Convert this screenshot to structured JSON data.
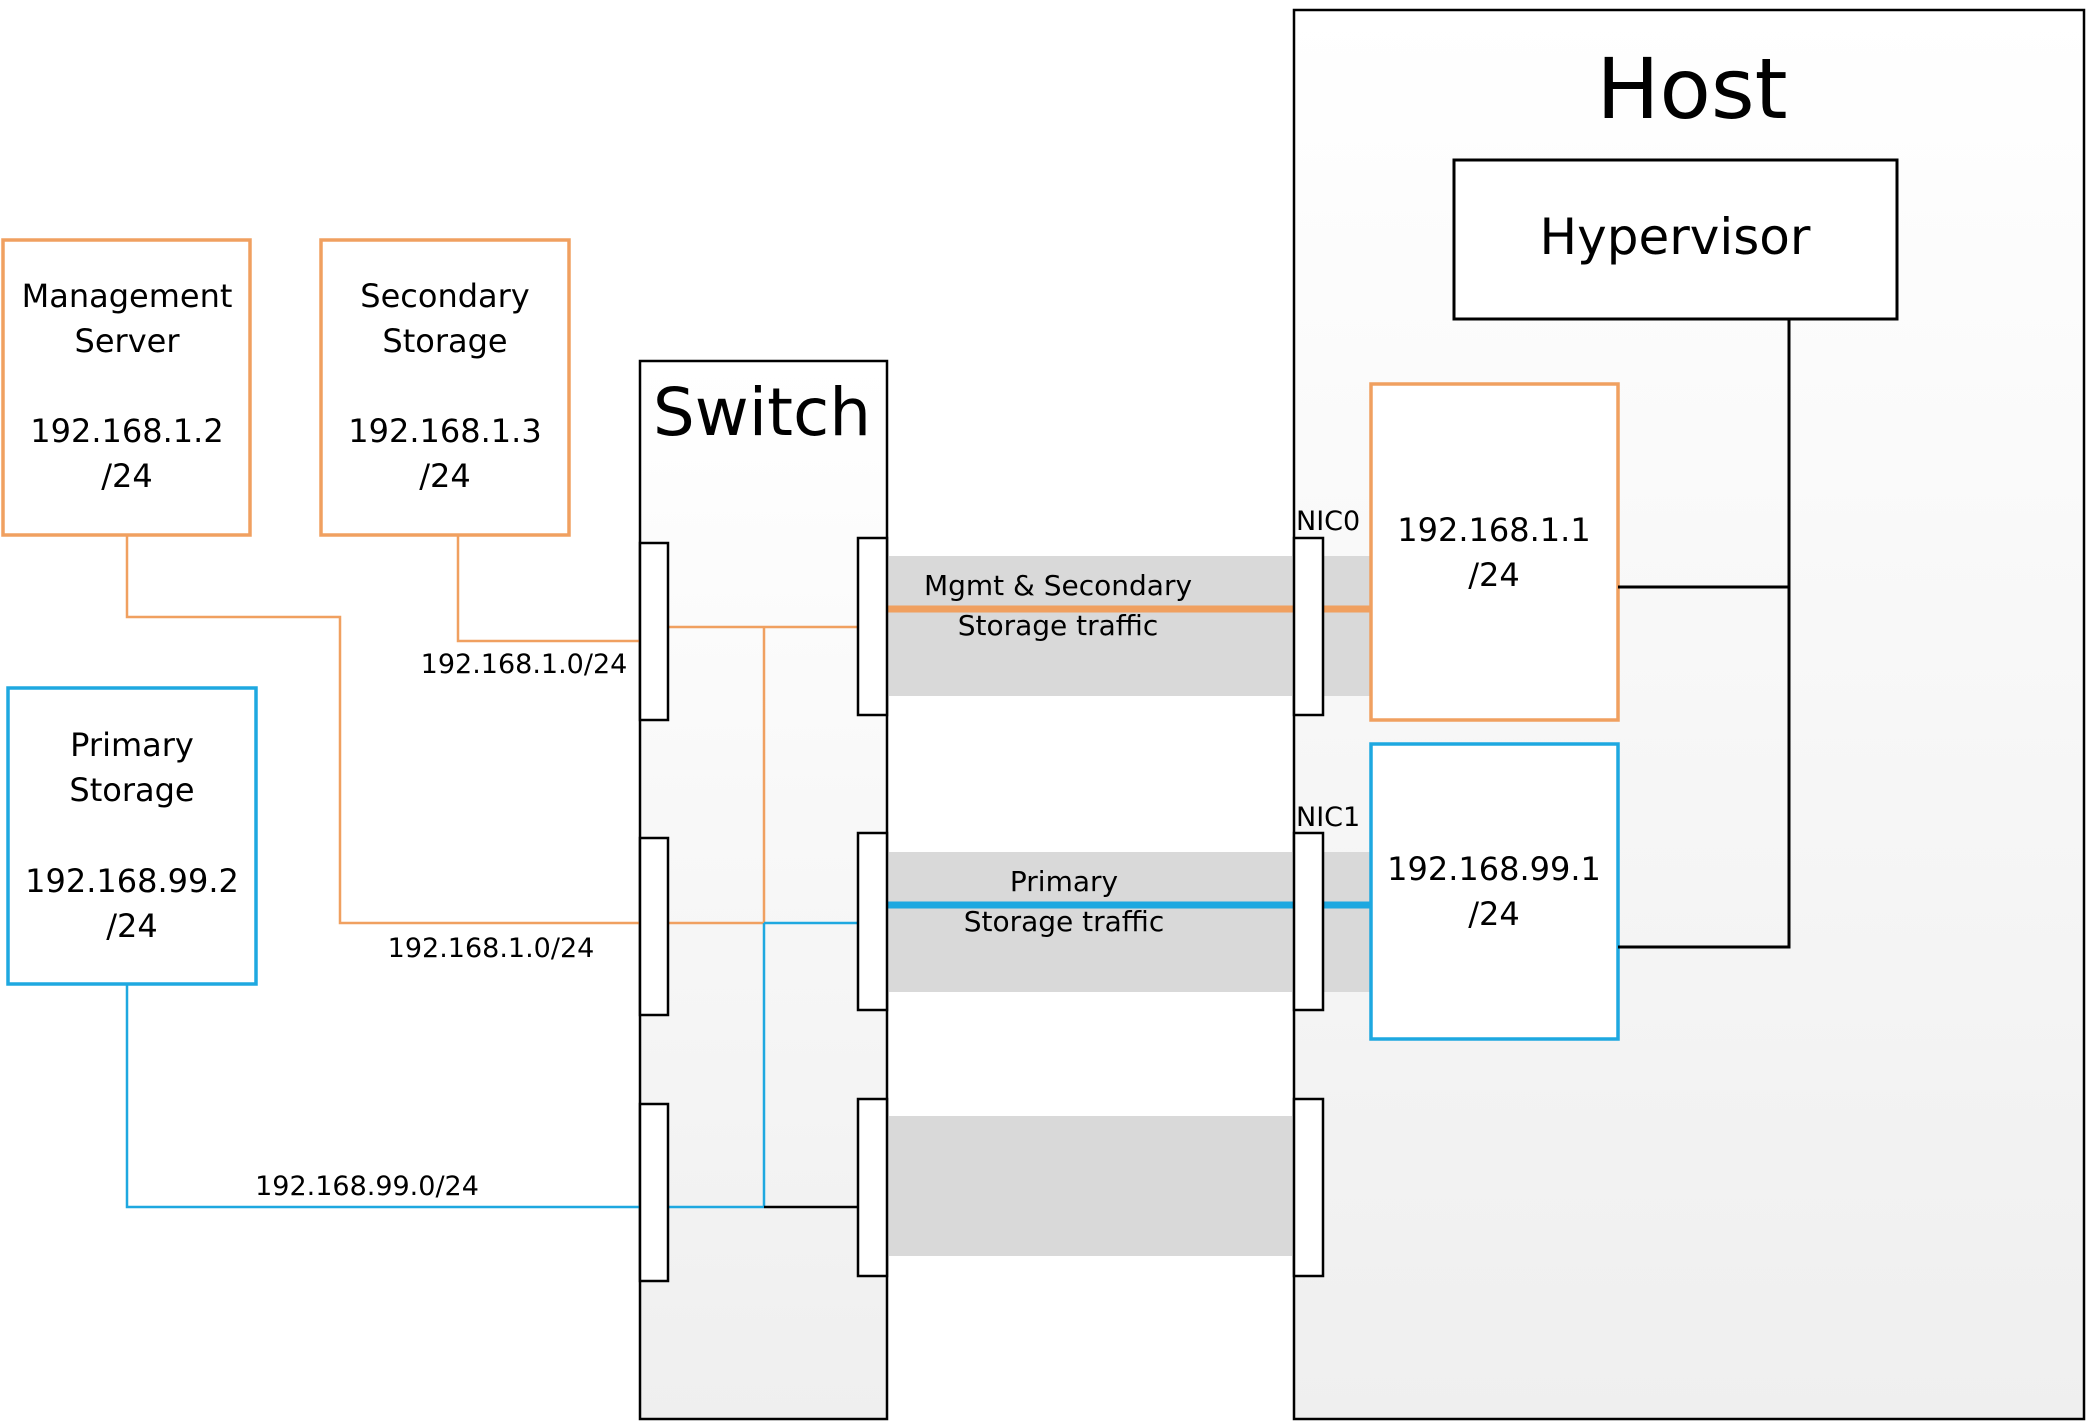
{
  "colors": {
    "orange": "#F0A060",
    "blue": "#1EA8E0",
    "black": "#000000",
    "traffic_band": "#D9D9D9",
    "device_gradient_top": "#FFFFFF",
    "device_gradient_bottom": "#EFEFEF"
  },
  "nodes": {
    "management_server": {
      "name_line1": "Management",
      "name_line2": "Server",
      "ip": "192.168.1.2",
      "mask": "/24"
    },
    "secondary_storage": {
      "name_line1": "Secondary",
      "name_line2": "Storage",
      "ip": "192.168.1.3",
      "mask": "/24"
    },
    "primary_storage": {
      "name_line1": "Primary",
      "name_line2": "Storage",
      "ip": "192.168.99.2",
      "mask": "/24"
    }
  },
  "switch": {
    "title": "Switch"
  },
  "host": {
    "title": "Host",
    "hypervisor": "Hypervisor",
    "nic0": {
      "label": "NIC0",
      "ip": "192.168.1.1",
      "mask": "/24"
    },
    "nic1": {
      "label": "NIC1",
      "ip": "192.168.99.1",
      "mask": "/24"
    }
  },
  "subnets": {
    "port1": "192.168.1.0/24",
    "port2": "192.168.1.0/24",
    "port3": "192.168.99.0/24"
  },
  "traffic": {
    "mgmt_line1": "Mgmt & Secondary",
    "mgmt_line2": "Storage traffic",
    "primary_line1": "Primary",
    "primary_line2": "Storage traffic"
  }
}
